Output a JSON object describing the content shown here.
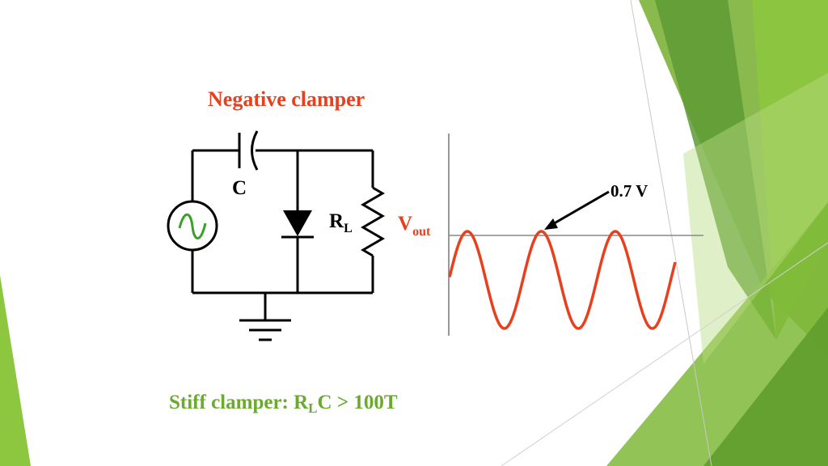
{
  "slide": {
    "title": "Negative clamper",
    "caption": {
      "prefix": "Stiff clamper:  R",
      "subscript": "L",
      "suffix": "C > 100T"
    }
  },
  "circuit": {
    "capacitor_label": "C",
    "resistor_label": "R",
    "resistor_subscript": "L",
    "output_label": "V",
    "output_subscript": "out",
    "source_icon": "ac-source-icon",
    "ground_icon": "ground-icon",
    "diode_icon": "diode-icon"
  },
  "waveform": {
    "annotation": "0.7 V",
    "cycles_shown": 3,
    "clamp_level": "0.7 V"
  },
  "colors": {
    "title": "#e8401c",
    "waveform": "#e8401c",
    "caption": "#6aaa2f",
    "wire": "#000000",
    "accent_green": "#7fb83a"
  }
}
